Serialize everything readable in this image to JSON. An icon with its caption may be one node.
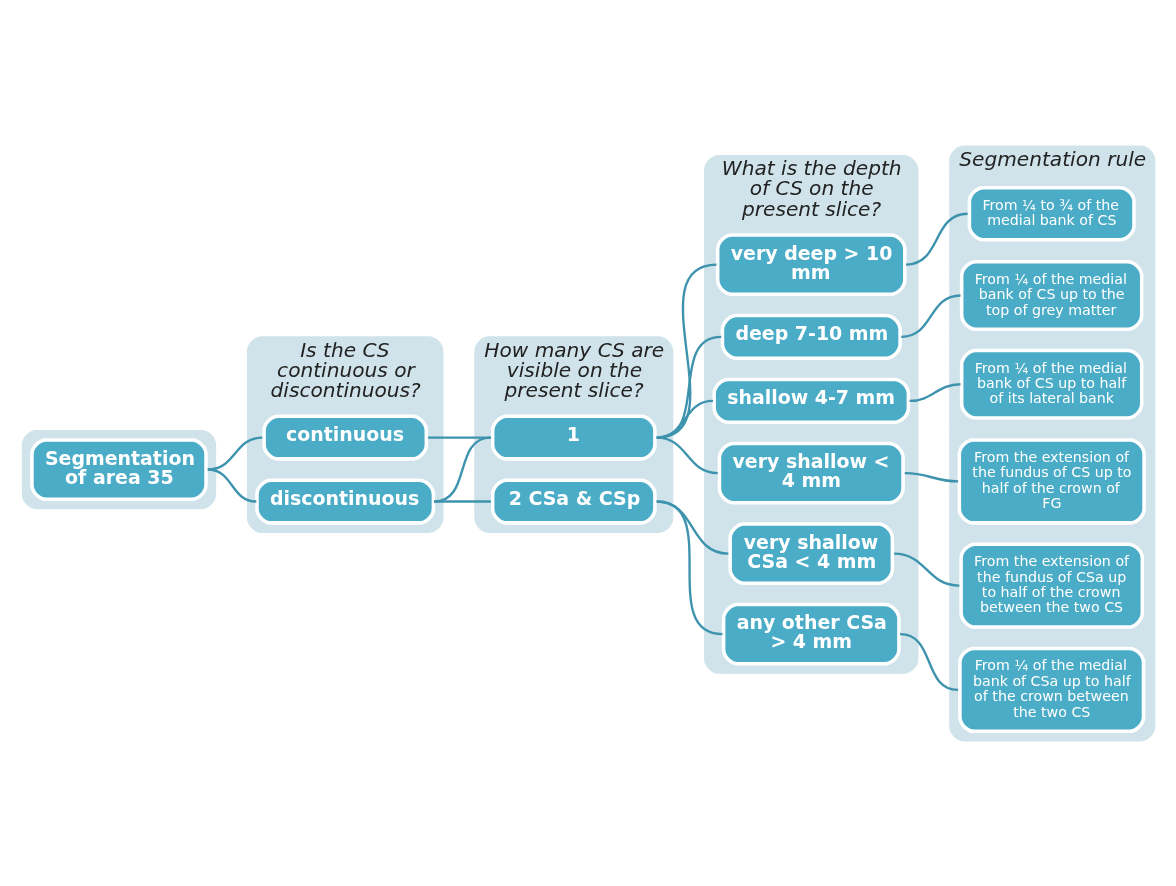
{
  "diagram": {
    "nodes": [
      {
        "text": [],
        "shape": "band"
      },
      {
        "text": [
          "Segmentation of area 35"
        ],
        "in": 0
      },
      {
        "text": [
          "Is the CS continuous or discontinuous?"
        ]
      },
      {
        "text": [
          "continuous"
        ],
        "in": 2
      },
      {
        "text": [
          "discontinuous"
        ],
        "in": 2
      },
      {
        "text": [
          "How many CS are visible on the present slice?"
        ]
      },
      {
        "text": [
          "1"
        ],
        "in": 5
      },
      {
        "text": [
          "2 CSa & CSp"
        ],
        "in": 5
      },
      {
        "text": [
          "What is the depth of CS on the present slice?"
        ]
      },
      {
        "text": [
          "very deep > 10 mm"
        ],
        "in": 8
      },
      {
        "text": [
          "deep 7-10 mm"
        ],
        "in": 8
      },
      {
        "text": [
          "shallow 4-7 mm"
        ],
        "in": 8
      },
      {
        "text": [
          "very shallow < 4 mm"
        ],
        "in": 8
      },
      {
        "text": [
          "very shallow CSa < 4 mm"
        ],
        "in": 8
      },
      {
        "text": [
          "any other CSa > 4 mm"
        ],
        "in": 8
      },
      {
        "text": [
          "Segmentation rule"
        ]
      },
      {
        "text": [
          "From ¼ to ¾ of the medial bank of CS"
        ],
        "in": 15
      },
      {
        "text": [
          "From ¼ of the medial bank of CS up to the top of grey matter"
        ],
        "in": 15
      },
      {
        "text": [
          "From ¼ of the medial bank of CS up to half of its lateral bank"
        ],
        "in": 15
      },
      {
        "text": [
          "From the extension of the fundus of CS up to half of the crown of FG"
        ],
        "in": 15
      },
      {
        "text": [
          "From the extension of the fundus of CSa up to half of the crown between the two CS"
        ],
        "in": 15
      },
      {
        "text": [
          "From ¼ of the medial bank of CSa up to half of the crown between the two CS"
        ],
        "in": 15
      }
    ],
    "edges": [
      {
        "from": 1,
        "to": 3,
        "arrow": "none"
      },
      {
        "from": 1,
        "to": 4,
        "arrow": "none"
      },
      {
        "from": 3,
        "to": 6,
        "arrow": "none"
      },
      {
        "from": 4,
        "to": 6,
        "arrow": "none"
      },
      {
        "from": 4,
        "to": 7,
        "arrow": "none"
      },
      {
        "from": 6,
        "to": 9,
        "arrow": "none"
      },
      {
        "from": 6,
        "to": 10,
        "arrow": "none"
      },
      {
        "from": 6,
        "to": 11,
        "arrow": "none"
      },
      {
        "from": 6,
        "to": 12,
        "arrow": "none"
      },
      {
        "from": 7,
        "to": 13,
        "arrow": "none"
      },
      {
        "from": 7,
        "to": 14,
        "arrow": "none"
      },
      {
        "from": 9,
        "to": 16,
        "arrow": "none"
      },
      {
        "from": 10,
        "to": 17,
        "arrow": "none"
      },
      {
        "from": 11,
        "to": 18,
        "arrow": "none"
      },
      {
        "from": 12,
        "to": 19,
        "arrow": "none"
      },
      {
        "from": 13,
        "to": 20,
        "arrow": "none"
      },
      {
        "from": 14,
        "to": 21,
        "arrow": "none"
      }
    ]
  }
}
